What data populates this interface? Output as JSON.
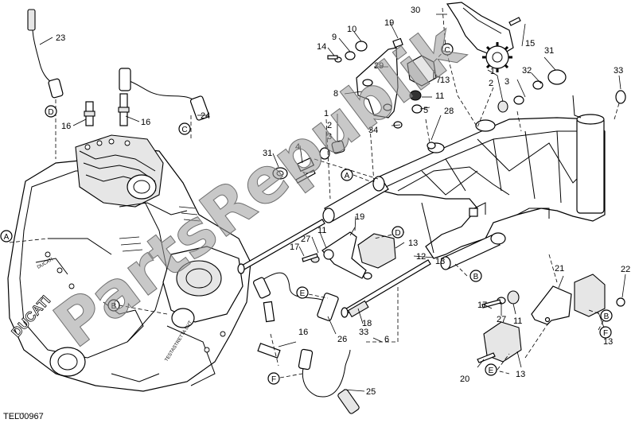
{
  "drawing_code": "TEL00967",
  "watermark": "PartsRepublik",
  "part_numbers": [
    {
      "n": "1"
    },
    {
      "n": "2"
    },
    {
      "n": "3"
    },
    {
      "n": "4"
    },
    {
      "n": "5"
    },
    {
      "n": "6"
    },
    {
      "n": "7"
    },
    {
      "n": "8"
    },
    {
      "n": "9"
    },
    {
      "n": "10"
    },
    {
      "n": "11"
    },
    {
      "n": "12"
    },
    {
      "n": "13"
    },
    {
      "n": "14"
    },
    {
      "n": "15"
    },
    {
      "n": "16"
    },
    {
      "n": "17"
    },
    {
      "n": "18"
    },
    {
      "n": "19"
    },
    {
      "n": "20"
    },
    {
      "n": "21"
    },
    {
      "n": "22"
    },
    {
      "n": "23"
    },
    {
      "n": "24"
    },
    {
      "n": "25"
    },
    {
      "n": "26"
    },
    {
      "n": "27"
    },
    {
      "n": "28"
    },
    {
      "n": "29"
    },
    {
      "n": "30"
    },
    {
      "n": "31"
    },
    {
      "n": "32"
    },
    {
      "n": "33"
    },
    {
      "n": "34"
    }
  ],
  "reference_letters": [
    "A",
    "B",
    "C",
    "D",
    "E",
    "F"
  ],
  "engine_labels": {
    "brand": "DUCATI",
    "brand_small": "DUCATI",
    "head_text": "TESTASTRETTA DVT"
  }
}
